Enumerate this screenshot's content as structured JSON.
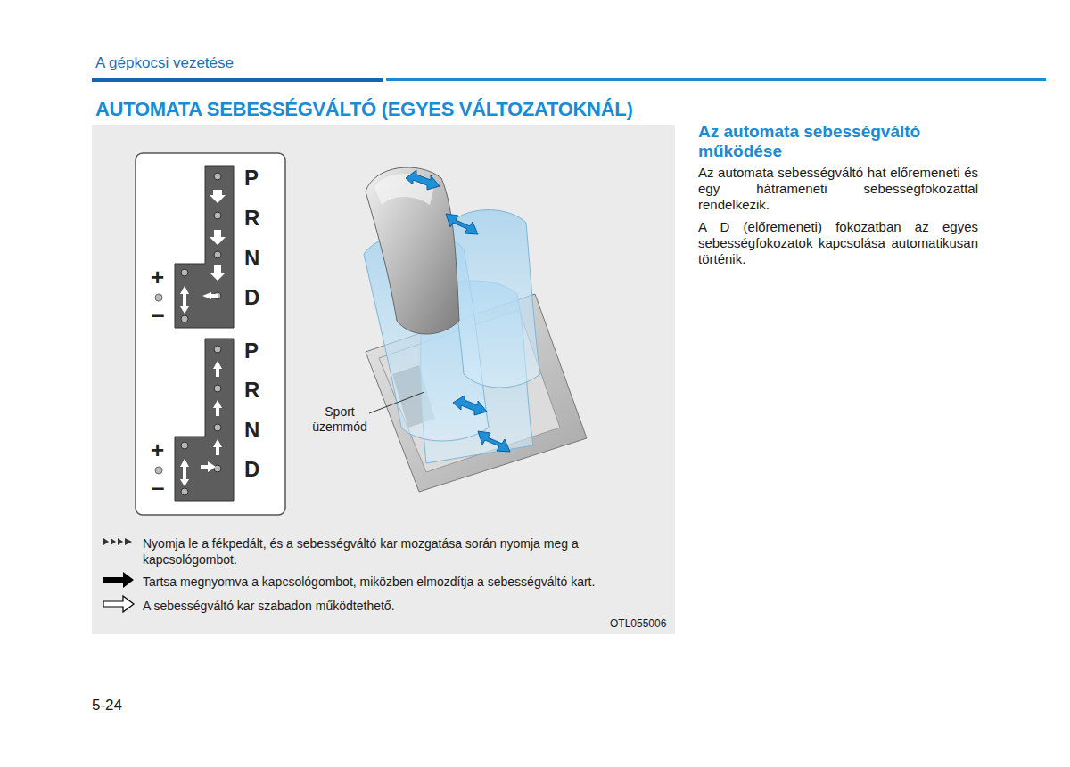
{
  "diagram": {
    "title": "AUTOMATA SEBESSÉGVÁLTÓ (EGYES VÁLTOZATOKNÁL)",
    "labels": [
      "A gépkocsi vezetése",
      "P",
      "R",
      "N",
      "D",
      "+",
      "–",
      "P",
      "R",
      "N",
      "D",
      "+",
      "–",
      "Sport üzemmód",
      "OTL055006",
      "Az automata sebességváltó működése",
      "Az automata sebességváltó hat előremeneti és egy hátrameneti sebességfokozattal rendelkezik.",
      "A D (előremeneti) fokozatban az egyes sebességfokozatok kapcsolása automatikusan történik.",
      "5-24"
    ],
    "legend": [
      {
        "text": "Nyomja le a fékpedált, és a sebességváltó kar mozgatása során nyomja meg a kapcsológombot."
      },
      {
        "text": "Tartsa megnyomva a kapcsológombot, miközben elmozdítja a sebességváltó kart."
      },
      {
        "text": "A sebességváltó kar szabadon működtethető."
      }
    ]
  }
}
